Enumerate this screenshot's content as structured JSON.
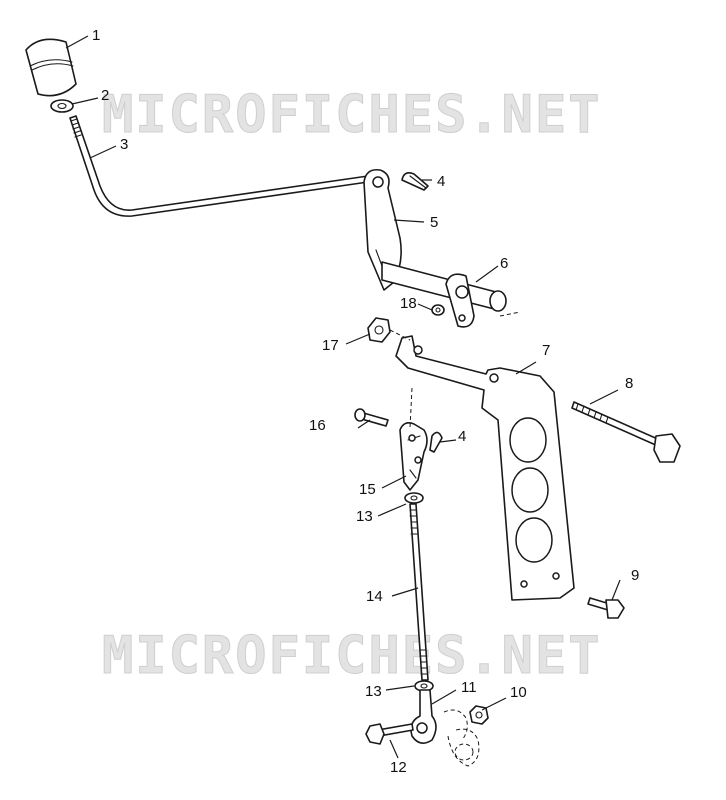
{
  "watermark": {
    "text": "MICROFICHES.NET",
    "color": "#d9d9d9"
  },
  "callouts": {
    "c1": "1",
    "c2": "2",
    "c3": "3",
    "c4a": "4",
    "c4b": "4",
    "c5": "5",
    "c6": "6",
    "c7": "7",
    "c8": "8",
    "c9": "9",
    "c10": "10",
    "c11": "11",
    "c12": "12",
    "c13a": "13",
    "c13b": "13",
    "c14": "14",
    "c15": "15",
    "c16": "16",
    "c17": "17",
    "c18": "18"
  }
}
